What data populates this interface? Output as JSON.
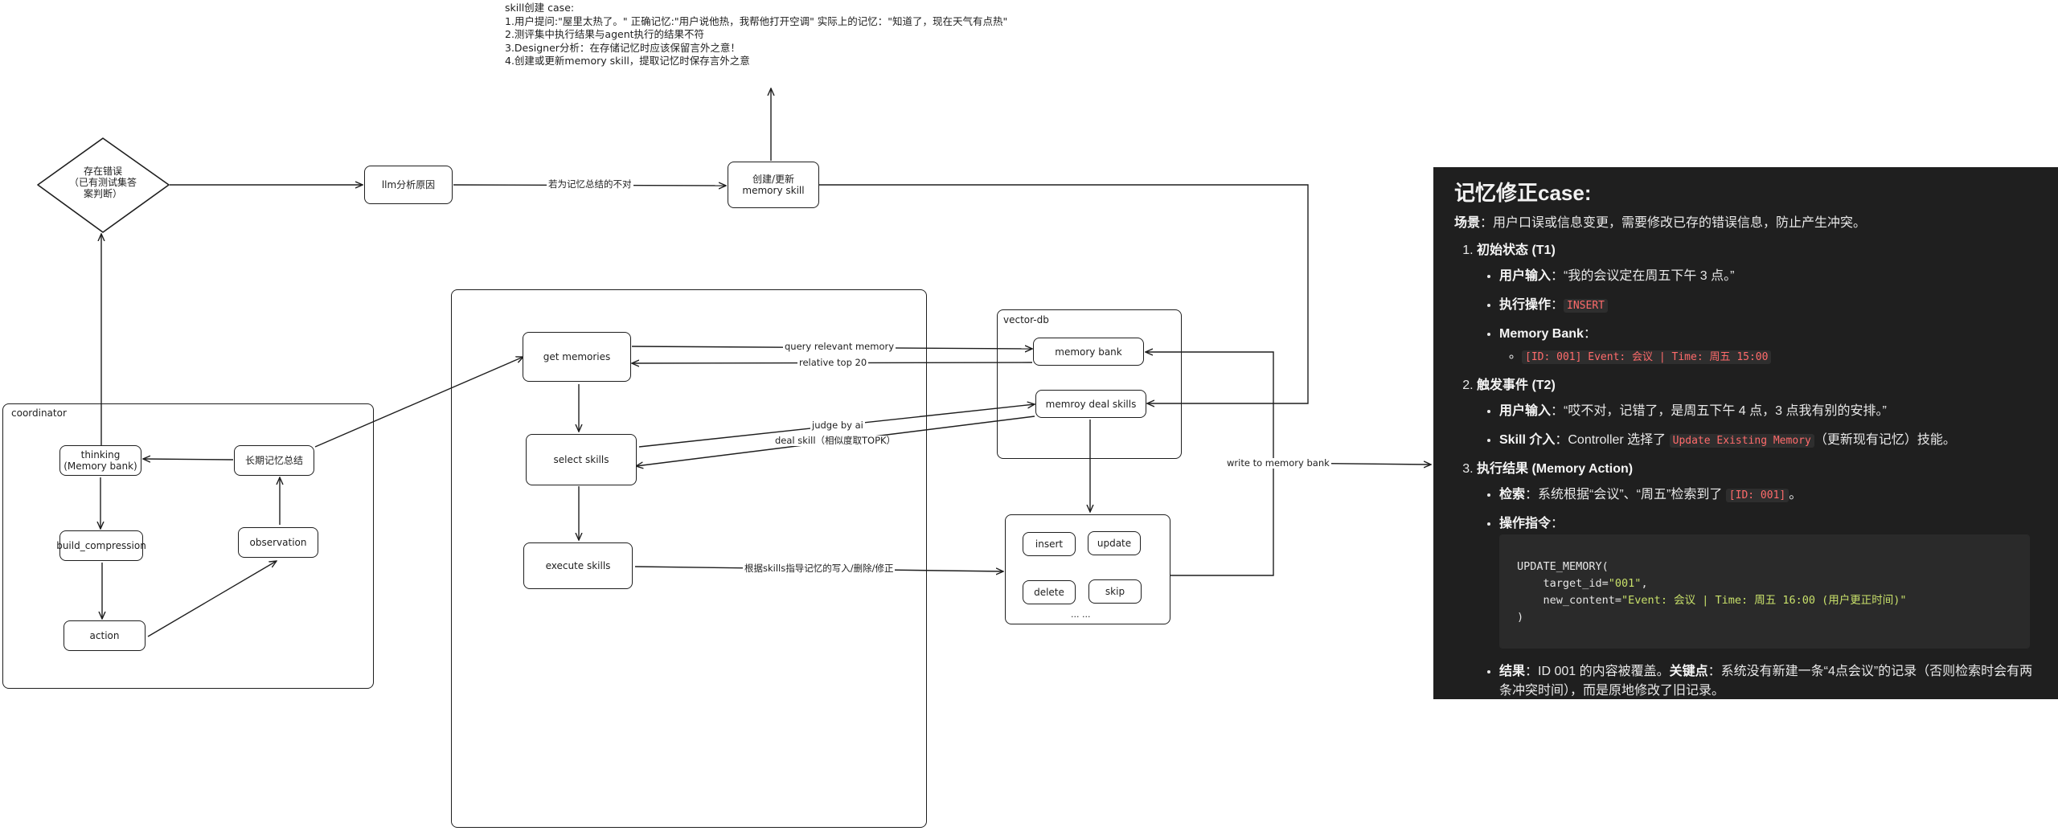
{
  "note": {
    "lines": [
      "skill创建 case:",
      "1.用户提问:\"屋里太热了。\" 正确记忆:\"用户说他热，我帮他打开空调\" 实际上的记忆：\"知道了，现在天气有点热\"",
      "2.测评集中执行结果与agent执行的结果不符",
      "3.Designer分析：在存储记忆时应该保留言外之意！",
      "4.创建或更新memory skill，提取记忆时保存言外之意"
    ]
  },
  "nodes": {
    "error_diamond": "存在错误\n（已有测试集答\n案判断）",
    "llm_analyze": "llm分析原因",
    "create_skill": "创建/更新\nmemory skill",
    "thinking": "thinking\n(Memory bank)",
    "build_compression": "build_compression",
    "action": "action",
    "observation": "observation",
    "long_summary": "长期记忆总结",
    "get_memories": "get memories",
    "select_skills": "select skills",
    "execute_skills": "execute skills",
    "memory_bank": "memory bank",
    "memory_deal_skills": "memroy deal skills",
    "insert": "insert",
    "update": "update",
    "delete": "delete",
    "skip": "skip",
    "ellipsis": "... ..."
  },
  "frames": {
    "coordinator": "coordinator",
    "vector_db": "vector-db"
  },
  "edge_labels": {
    "if_wrong": "若为记忆总结的不对",
    "query": "query relevant memory",
    "top20": "relative top 20",
    "judge": "judge by ai",
    "deal_skill": "deal skill（相似度取TOPK）",
    "guide": "根据skills指导记忆的写入/删除/修正",
    "write_bank": "write to memory bank"
  },
  "panel": {
    "title": "记忆修正case:",
    "scene_label": "场景",
    "scene_text": "：用户口误或信息变更，需要修改已存的错误信息，防止产生冲突。",
    "s1_title": "初始状态 (T1)",
    "s1_input_label": "用户输入",
    "s1_input_text": "：“我的会议定在周五下午 3 点。”",
    "s1_op_label": "执行操作",
    "s1_op_colon": "：",
    "s1_op_code": "INSERT",
    "s1_bank_label": "Memory Bank",
    "s1_bank_colon": "：",
    "s1_bank_code": "[ID: 001] Event: 会议 | Time: 周五 15:00",
    "s2_title": "触发事件 (T2)",
    "s2_input_label": "用户输入",
    "s2_input_text": "：“哎不对，记错了，是周五下午 4 点，3 点我有别的安排。”",
    "s2_skill_label": "Skill 介入",
    "s2_skill_text": "：Controller 选择了",
    "s2_skill_code": "Update Existing Memory",
    "s2_skill_tail": "（更新现有记忆）技能。",
    "s3_title": "执行结果 (Memory Action)",
    "s3_search_label": "检索",
    "s3_search_text": "：系统根据“会议”、“周五”检索到了",
    "s3_search_code": "[ID: 001]",
    "s3_search_tail": "。",
    "s3_cmd_label": "操作指令",
    "s3_cmd_colon": "：",
    "code_line1": "UPDATE_MEMORY(",
    "code_line2_key": "    target_id=",
    "code_line2_val": "\"001\"",
    "code_line2_tail": ",",
    "code_line3_key": "    new_content=",
    "code_line3_val": "\"Event: 会议 | Time: 周五 16:00 (用户更正时间)\"",
    "code_line4": ")",
    "s3_result_label": "结果",
    "s3_result_text": "：ID 001 的内容被覆盖。",
    "s3_key_label": "关键点",
    "s3_key_text": "：系统没有新建一条“4点会议”的记录（否则检索时会有两条冲突时间），而是原地修改了旧记录。"
  },
  "colors": {
    "stroke": "#1e1e1e",
    "panel_bg": "#1f1f1f",
    "code_text": "#ff6b6b",
    "code_string": "#c8e06a"
  }
}
